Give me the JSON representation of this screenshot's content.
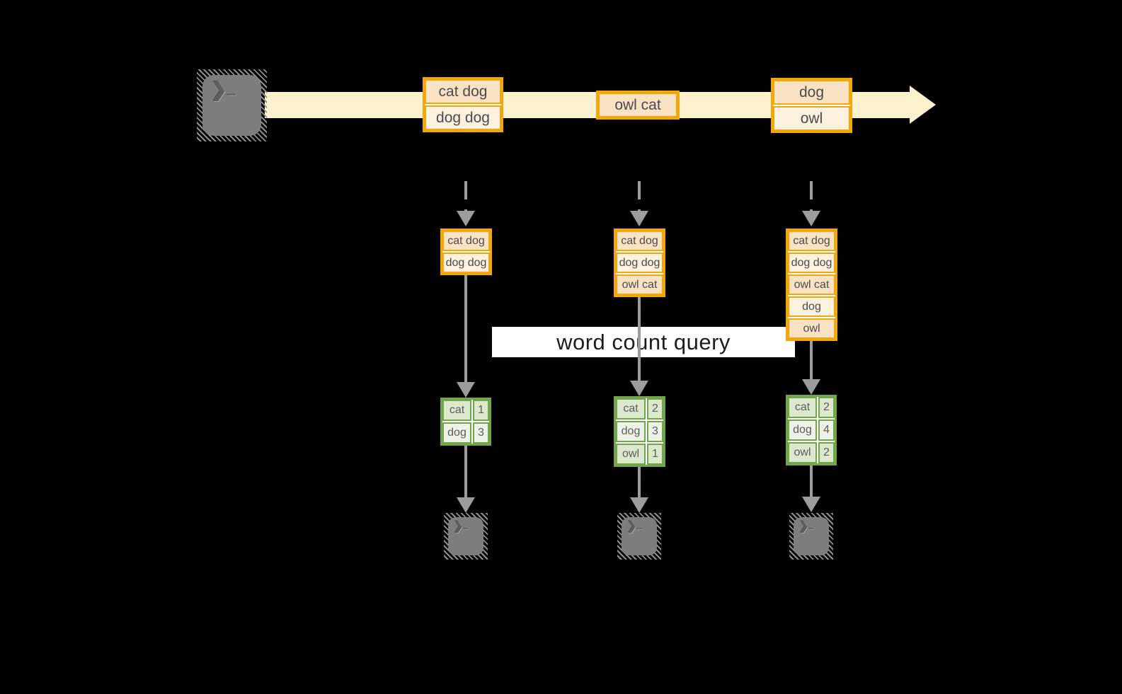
{
  "title": {
    "label": "word count query"
  },
  "icons": {
    "terminal_prompt": "terminal-prompt",
    "prompt_chevron": "❯",
    "prompt_underscore": "_"
  },
  "colors": {
    "background": "#000000",
    "stream_band": "#fcf2cd",
    "orange_border": "#f2a70b",
    "cell_peach": "#fae3c4",
    "cell_cream": "#fdf1e0",
    "green_border": "#72a54c",
    "cell_green_dark": "#dde9cd",
    "cell_green_light": "#eef3e7",
    "arrow_gray": "#9c9c9c",
    "terminal_gray": "#7d7d7d"
  },
  "stream": {
    "events": [
      {
        "lines": [
          "cat dog",
          "dog dog"
        ]
      },
      {
        "lines": [
          "owl cat"
        ]
      },
      {
        "lines": [
          "dog",
          "owl"
        ]
      }
    ]
  },
  "columns": [
    {
      "buffer": [
        "cat dog",
        "dog dog"
      ],
      "counts": [
        {
          "word": "cat",
          "count": "1"
        },
        {
          "word": "dog",
          "count": "3"
        }
      ]
    },
    {
      "buffer": [
        "cat dog",
        "dog dog",
        "owl cat"
      ],
      "counts": [
        {
          "word": "cat",
          "count": "2"
        },
        {
          "word": "dog",
          "count": "3"
        },
        {
          "word": "owl",
          "count": "1"
        }
      ]
    },
    {
      "buffer": [
        "cat dog",
        "dog dog",
        "owl cat",
        "dog",
        "owl"
      ],
      "counts": [
        {
          "word": "cat",
          "count": "2"
        },
        {
          "word": "dog",
          "count": "4"
        },
        {
          "word": "owl",
          "count": "2"
        }
      ]
    }
  ]
}
